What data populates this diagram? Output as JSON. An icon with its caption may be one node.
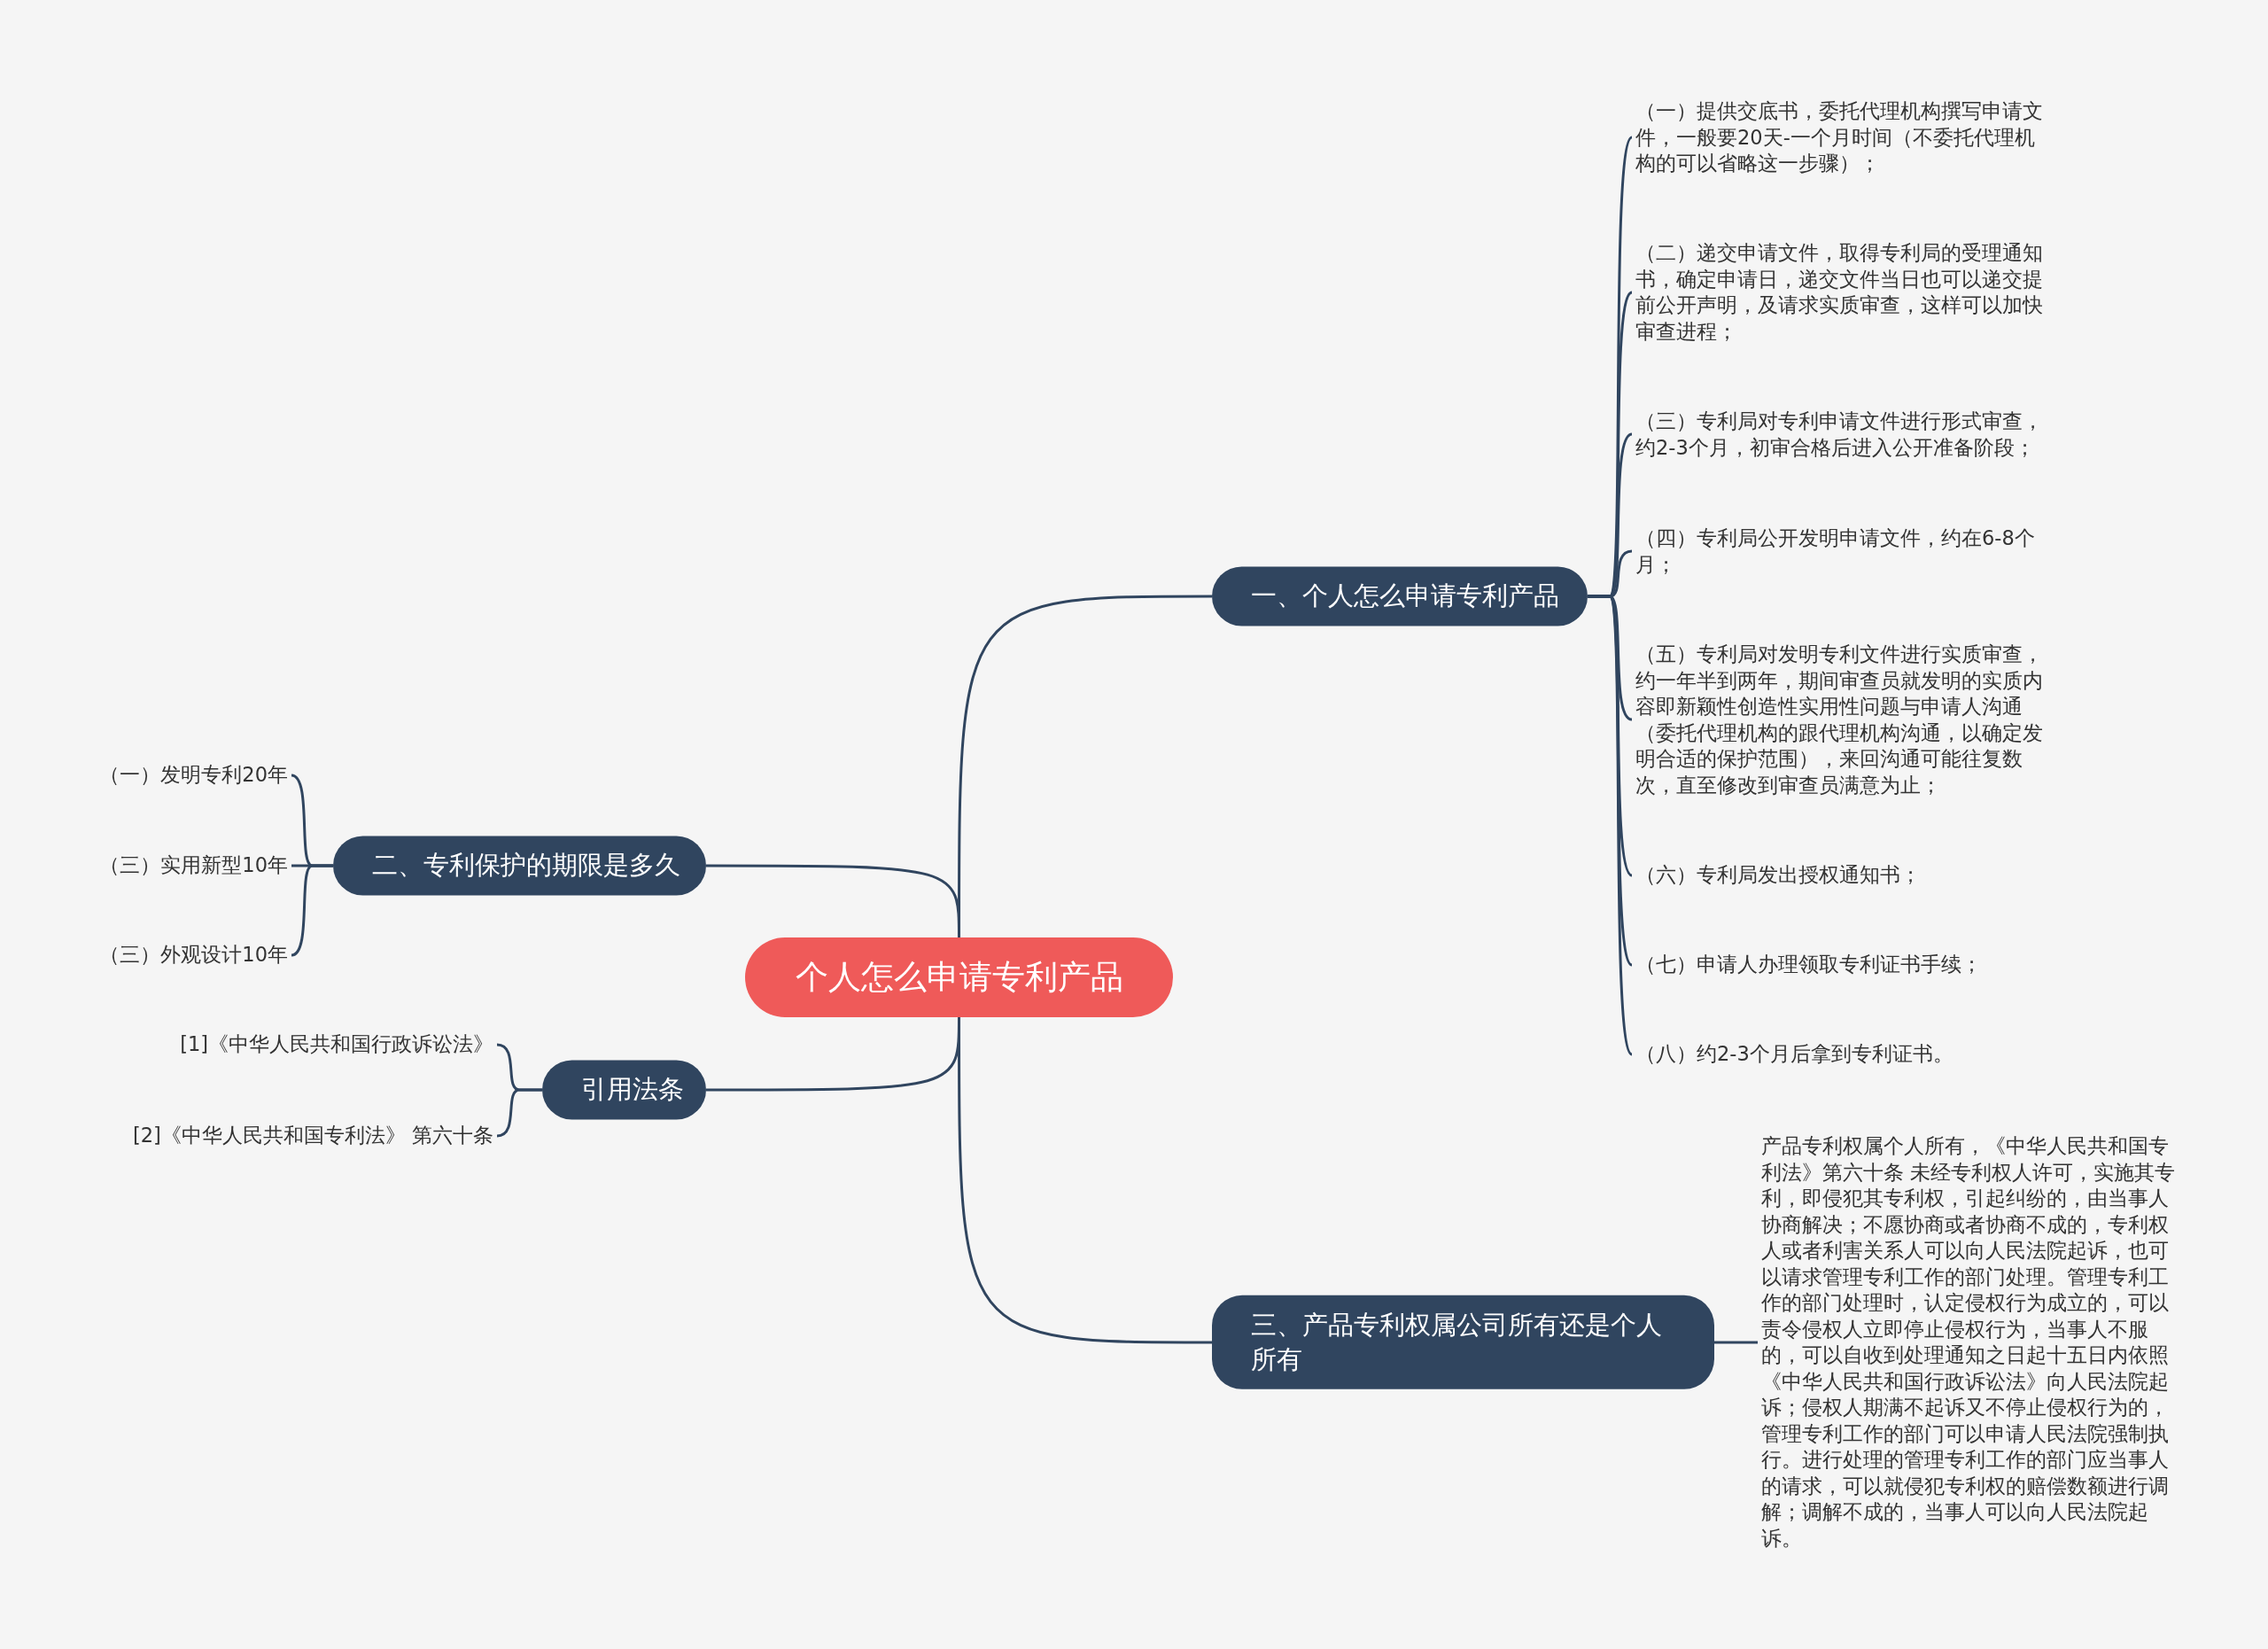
{
  "diagram": {
    "nodes": [
      {
        "text": [
          "个人怎么申请专利产品"
        ]
      },
      {
        "text": [
          "一、个人怎么申请专利产品"
        ]
      },
      {
        "text": [
          "（一）提供交底书，委托代理机构撰写申请文件，一般要20天-一个月时间（不委托代理机构的可以省略这一步骤）；"
        ]
      },
      {
        "text": [
          "（二）递交申请文件，取得专利局的受理通知书，确定申请日，递交文件当日也可以递交提前公开声明，及请求实质审查，这样可以加快审查进程；"
        ]
      },
      {
        "text": [
          "（三）专利局对专利申请文件进行形式审查，约2-3个月，初审合格后进入公开准备阶段；"
        ]
      },
      {
        "text": [
          "（四）专利局公开发明申请文件，约在6-8个月；"
        ]
      },
      {
        "text": [
          "（五）专利局对发明专利文件进行实质审查，约一年半到两年，期间审查员就发明的实质内容即新颖性创造性实用性问题与申请人沟通（委托代理机构的跟代理机构沟通，以确定发明合适的保护范围），来回沟通可能往复数次，直至修改到审查员满意为止；"
        ]
      },
      {
        "text": [
          "（六）专利局发出授权通知书；"
        ]
      },
      {
        "text": [
          "（七）申请人办理领取专利证书手续；"
        ]
      },
      {
        "text": [
          "（八）约2-3个月后拿到专利证书。"
        ]
      },
      {
        "text": [
          "二、专利保护的期限是多久"
        ]
      },
      {
        "text": [
          "（一）发明专利20年"
        ]
      },
      {
        "text": [
          "（三）实用新型10年"
        ]
      },
      {
        "text": [
          "（三）外观设计10年"
        ]
      },
      {
        "text": [
          "引用法条"
        ]
      },
      {
        "text": [
          "[1]《中华人民共和国行政诉讼法》"
        ]
      },
      {
        "text": [
          "[2]《中华人民共和国专利法》 第六十条"
        ]
      },
      {
        "text": [
          "三、产品专利权属公司所有还是个人所有"
        ]
      },
      {
        "text": [
          "产品专利权属个人所有，《中华人民共和国专利法》第六十条 未经专利权人许可，实施其专利，即侵犯其专利权，引起纠纷的，由当事人协商解决；不愿协商或者协商不成的，专利权人或者利害关系人可以向人民法院起诉，也可以请求管理专利工作的部门处理。管理专利工作的部门处理时，认定侵权行为成立的，可以责令侵权人立即停止侵权行为，当事人不服的，可以自收到处理通知之日起十五日内依照《中华人民共和国行政诉讼法》向人民法院起诉；侵权人期满不起诉又不停止侵权行为的，管理专利工作的部门可以申请人民法院强制执行。进行处理的管理专利工作的部门应当事人的请求，可以就侵犯专利权的赔偿数额进行调解；调解不成的，当事人可以向人民法院起诉。"
        ]
      }
    ],
    "edges": [
      {
        "from": 0,
        "to": 1,
        "arrow": "none"
      },
      {
        "from": 1,
        "to": 2,
        "arrow": "none"
      },
      {
        "from": 1,
        "to": 3,
        "arrow": "none"
      },
      {
        "from": 1,
        "to": 4,
        "arrow": "none"
      },
      {
        "from": 1,
        "to": 5,
        "arrow": "none"
      },
      {
        "from": 1,
        "to": 6,
        "arrow": "none"
      },
      {
        "from": 1,
        "to": 7,
        "arrow": "none"
      },
      {
        "from": 1,
        "to": 8,
        "arrow": "none"
      },
      {
        "from": 1,
        "to": 9,
        "arrow": "none"
      },
      {
        "from": 0,
        "to": 10,
        "arrow": "none"
      },
      {
        "from": 10,
        "to": 11,
        "arrow": "none"
      },
      {
        "from": 10,
        "to": 12,
        "arrow": "none"
      },
      {
        "from": 10,
        "to": 13,
        "arrow": "none"
      },
      {
        "from": 0,
        "to": 14,
        "arrow": "none"
      },
      {
        "from": 14,
        "to": 15,
        "arrow": "none"
      },
      {
        "from": 14,
        "to": 16,
        "arrow": "none"
      },
      {
        "from": 0,
        "to": 17,
        "arrow": "none"
      },
      {
        "from": 17,
        "to": 18,
        "arrow": "none"
      }
    ]
  }
}
